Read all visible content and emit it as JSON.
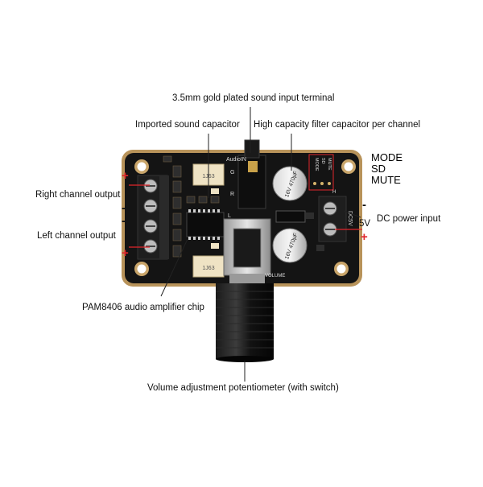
{
  "labels": {
    "input_terminal": "3.5mm gold plated sound input terminal",
    "sound_capacitor": "Imported sound capacitor",
    "filter_capacitor": "High capacity filter capacitor per channel",
    "right_output": "Right channel output",
    "left_output": "Left channel output",
    "dc_power": "DC power input",
    "amp_chip": "PAM8406 audio amplifier chip",
    "potentiometer": "Volume adjustment potentiometer (with switch)"
  },
  "pins": {
    "mode": "MODE",
    "sd": "SD",
    "mute": "MUTE"
  },
  "voltage": "5V",
  "signs": {
    "right_plus": "+",
    "right_minus": "-",
    "left_minus": "-",
    "left_plus": "+",
    "power_minus": "-",
    "power_plus": "+"
  },
  "board_text": {
    "audio_in": "AudioIN",
    "volume": "VOLUME",
    "dc5v": "DC5V",
    "cap_top": "1J63",
    "cap_bottom": "1J63",
    "g": "G",
    "r": "R",
    "l": "L",
    "h": "H",
    "mode_silk": "MODE",
    "sd_silk": "SD",
    "mute_silk": "MUTE",
    "cap1": "16V 470µF",
    "cap2": "16V 470µF"
  },
  "colors": {
    "pcb": "#141414",
    "pcb_edge": "#b8935a",
    "accent_red": "#e0262b",
    "line": "#222222"
  }
}
